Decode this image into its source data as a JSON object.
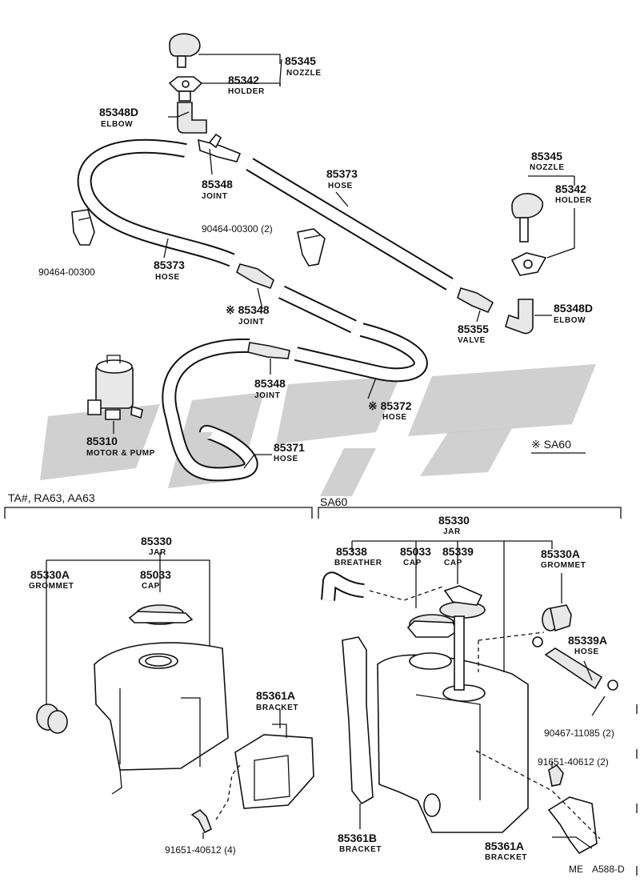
{
  "colors": {
    "ink": "#111111",
    "watermark": "#c8c8c8",
    "background": "#ffffff"
  },
  "watermark": {
    "kind": "logo-glyphs",
    "text": ""
  },
  "sections": {
    "left": "TA#, RA63, AA63",
    "right": "SA60",
    "legend": "※ SA60"
  },
  "figure_code": {
    "prefix": "ME",
    "code": "A588-D"
  },
  "parts": {
    "nozzle_top": {
      "number": "85345",
      "name": "NOZZLE"
    },
    "holder_top": {
      "number": "85342",
      "name": "HOLDER"
    },
    "elbow_top": {
      "number": "85348D",
      "name": "ELBOW"
    },
    "joint_a": {
      "number": "85348",
      "name": "JOINT"
    },
    "hose_right": {
      "number": "85373",
      "name": "HOSE"
    },
    "clamp_left": {
      "number": "90464-00300"
    },
    "clamp_mid": {
      "number": "90464-00300 (2)"
    },
    "hose_left": {
      "number": "85373",
      "name": "HOSE"
    },
    "nozzle_right": {
      "number": "85345",
      "name": "NOZZLE"
    },
    "holder_right": {
      "number": "85342",
      "name": "HOLDER"
    },
    "joint_b": {
      "number": "※ 85348",
      "name": "JOINT"
    },
    "elbow_right": {
      "number": "85348D",
      "name": "ELBOW"
    },
    "valve": {
      "number": "85355",
      "name": "VALVE"
    },
    "joint_c": {
      "number": "85348",
      "name": "JOINT"
    },
    "hose_85372": {
      "number": "※ 85372",
      "name": "HOSE"
    },
    "motor": {
      "number": "85310",
      "name": "MOTOR & PUMP"
    },
    "hose_85371": {
      "number": "85371",
      "name": "HOSE"
    },
    "jar_left": {
      "number": "85330",
      "name": "JAR"
    },
    "grommet_left": {
      "number": "85330A",
      "name": "GROMMET"
    },
    "cap_left": {
      "number": "85033",
      "name": "CAP"
    },
    "bracket_left": {
      "number": "85361A",
      "name": "BRACKET"
    },
    "bolt_left": {
      "number": "91651-40612 (4)"
    },
    "jar_right": {
      "number": "85330",
      "name": "JAR"
    },
    "breather": {
      "number": "85338",
      "name": "BREATHER"
    },
    "cap_right": {
      "number": "85033",
      "name": "CAP"
    },
    "cap_85339": {
      "number": "85339",
      "name": "CAP"
    },
    "grommet_right": {
      "number": "85330A",
      "name": "GROMMET"
    },
    "hose_85339a": {
      "number": "85339A",
      "name": "HOSE"
    },
    "clip_right": {
      "number": "90467-11085 (2)"
    },
    "bolt_right": {
      "number": "91651-40612 (2)"
    },
    "bracket_b": {
      "number": "85361B",
      "name": "BRACKET"
    },
    "bracket_right": {
      "number": "85361A",
      "name": "BRACKET"
    }
  }
}
